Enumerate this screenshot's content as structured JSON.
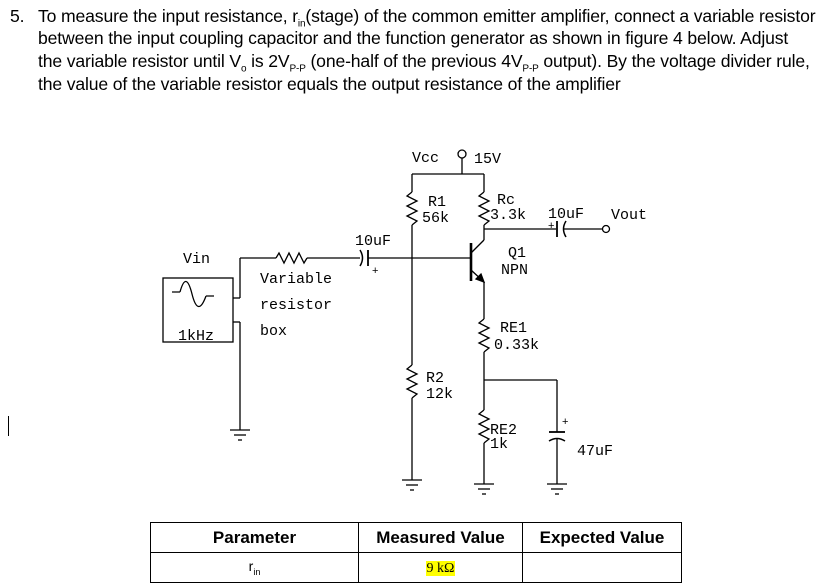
{
  "question": {
    "number": "5.",
    "line1": "To measure the input resistance, r",
    "line1_sub": "in",
    "line1_end": "(stage) of the common emitter amplifier, connect a variable resistor",
    "line2": "between the input coupling capacitor and the function generator as shown in figure 4 below. Adjust",
    "line3_a": "the variable resistor until V",
    "line3_sub1": "o",
    "line3_b": " is 2V",
    "line3_sub2": "P-P",
    "line3_c": " (one-half of the previous 4V",
    "line3_sub3": "P-P",
    "line3_d": " output). By the voltage divider rule,",
    "line4": "the value of the variable resistor equals the output resistance of the amplifier"
  },
  "circuit": {
    "vcc": "Vcc",
    "vcc_value": "15V",
    "r1": "R1",
    "r1_value": "56k",
    "rc": "Rc",
    "rc_value": "3.3k",
    "cout": "10uF",
    "vout": "Vout",
    "cin": "10uF",
    "vin": "Vin",
    "q1": "Q1",
    "q1_type": "NPN",
    "variable_1": "Variable",
    "variable_2": "resistor",
    "variable_3": "box",
    "generator_freq": "1kHz",
    "re1": "RE1",
    "re1_value": "0.33k",
    "r2": "R2",
    "r2_value": "12k",
    "re2": "RE2",
    "re2_value": "1k",
    "ce": "47uF",
    "plus": "+"
  },
  "table": {
    "headers": [
      "Parameter",
      "Measured Value",
      "Expected Value"
    ],
    "rows": [
      {
        "parameter": "r",
        "parameter_sub": "in",
        "measured": "9 kΩ",
        "expected": ""
      }
    ]
  }
}
